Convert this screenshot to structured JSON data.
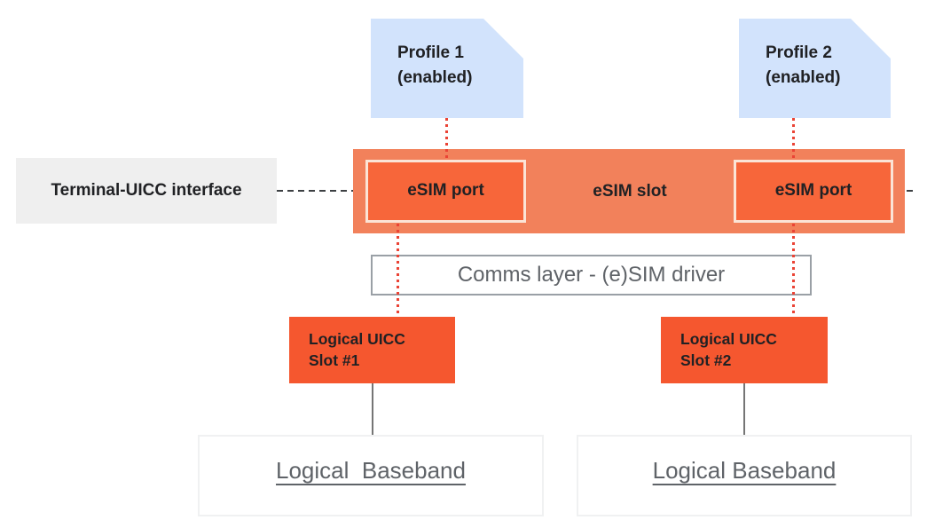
{
  "diagram": {
    "profiles": [
      {
        "name": "Profile 1",
        "status": "(enabled)"
      },
      {
        "name": "Profile 2",
        "status": "(enabled)"
      }
    ],
    "terminal_interface_label": "Terminal-UICC interface",
    "esim_slot": {
      "label": "eSIM slot",
      "ports": [
        {
          "label": "eSIM port"
        },
        {
          "label": "eSIM port"
        }
      ]
    },
    "comms_layer_label": "Comms layer - (e)SIM driver",
    "logical_uicc_slots": [
      {
        "line1": "Logical UICC",
        "line2": "Slot #1"
      },
      {
        "line1": "Logical UICC",
        "line2": "Slot #2"
      }
    ],
    "logical_basebands": [
      {
        "label": "Logical  Baseband"
      },
      {
        "label": "Logical Baseband"
      }
    ],
    "colors": {
      "profile_fill": "#D2E3FC",
      "slot_fill": "#F2815B",
      "port_fill": "#F7663A",
      "port_border": "#FBE4D6",
      "uicc_fill": "#F5572F",
      "interface_label_fill": "#EFEFEF",
      "text_dark": "#202124",
      "text_gray": "#5F6368",
      "dotted_red": "#EA4335",
      "dashed_gray": "#3C4043",
      "comms_border": "#9AA0A6",
      "baseband_border": "#F0F1F2"
    }
  }
}
